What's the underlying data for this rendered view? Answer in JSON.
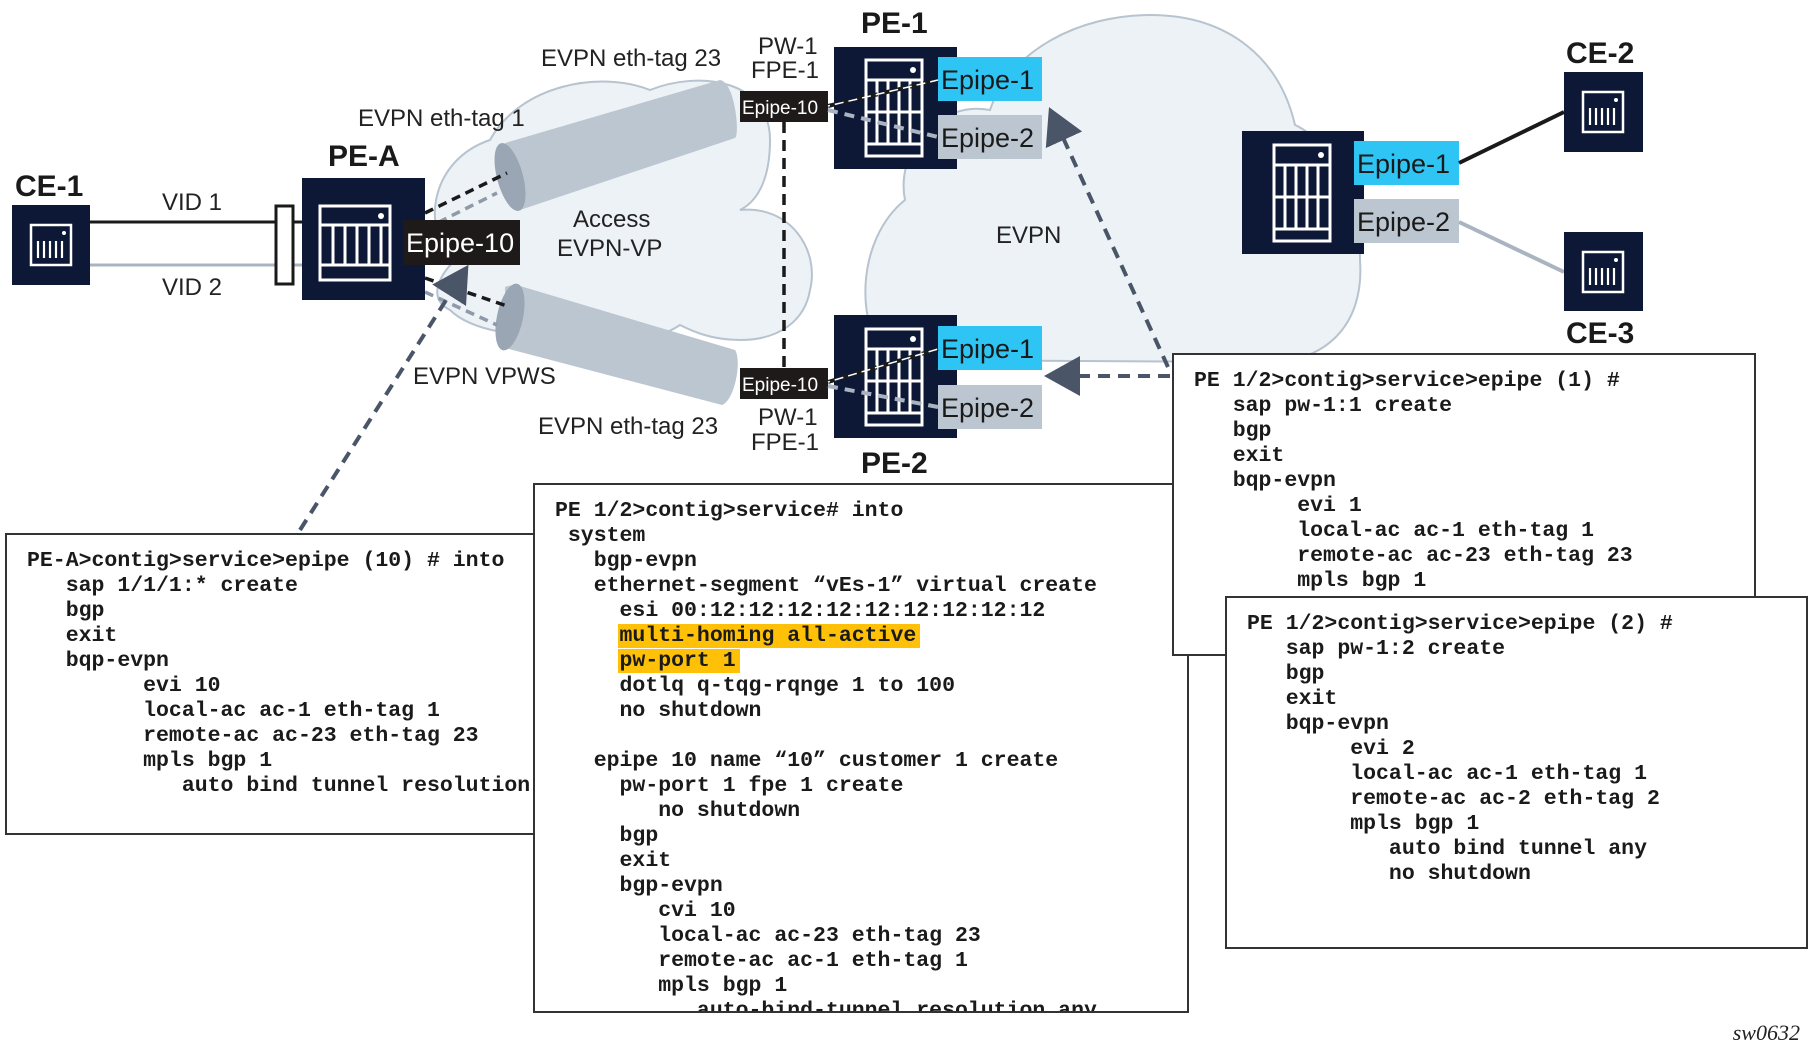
{
  "colors": {
    "node_fill": "#0c1835",
    "epipe1_fill": "#2ec5f5",
    "epipe2_fill": "#bcc6d0",
    "epipe10_fill": "#1f1a1a",
    "cloud_fill": "#edf2f7",
    "cloud_stroke": "#b7c3cf",
    "tube_fill": "#bcc6d0",
    "arrow_color": "#4a5568",
    "highlight": "#ffc107"
  },
  "nodes": {
    "ce1": {
      "label": "CE-1"
    },
    "ce2": {
      "label": "CE-2"
    },
    "ce3": {
      "label": "CE-3"
    },
    "pea": {
      "label": "PE-A",
      "service_tag": "Epipe-10"
    },
    "pe1": {
      "label": "PE-1",
      "service_tag": "Epipe-10",
      "epipes": [
        "Epipe-1",
        "Epipe-2"
      ],
      "pw_label": [
        "PW-1",
        "FPE-1"
      ]
    },
    "pe2": {
      "label": "PE-2",
      "service_tag": "Epipe-10",
      "epipes": [
        "Epipe-1",
        "Epipe-2"
      ],
      "pw_label": [
        "PW-1",
        "FPE-1"
      ]
    },
    "remote_pe": {
      "label": "",
      "epipes": [
        "Epipe-1",
        "Epipe-2"
      ]
    }
  },
  "links": {
    "vid1": "VID 1",
    "vid2": "VID 2",
    "eth_tag_1": "EVPN eth-tag 1",
    "eth_tag_23_top": "EVPN eth-tag 23",
    "eth_tag_23_bottom": "EVPN eth-tag 23",
    "evpn_vpws": "EVPN VPWS"
  },
  "clouds": {
    "access": [
      "Access",
      "EVPN-VP"
    ],
    "core": "EVPN"
  },
  "code_blocks": {
    "pea": [
      "PE-A>contig>service>epipe (10) # into",
      "   sap 1/1/1:* create",
      "   bgp",
      "   exit",
      "   bqp-evpn",
      "         evi 10",
      "         local-ac ac-1 eth-tag 1",
      "         remote-ac ac-23 eth-tag 23",
      "         mpls bgp 1",
      "            auto bind tunnel resolution any"
    ],
    "mid": [
      {
        "text": "PE 1/2>contig>service# into",
        "highlight": false
      },
      {
        "text": " system",
        "highlight": false
      },
      {
        "text": "   bgp-evpn",
        "highlight": false
      },
      {
        "text": "   ethernet-segment “vEs-1” virtual create",
        "highlight": false
      },
      {
        "text": "     esi 00:12:12:12:12:12:12:12:12:12",
        "highlight": false
      },
      {
        "text": "multi-homing all-active",
        "highlight": true
      },
      {
        "text": "pw-port 1",
        "highlight": true
      },
      {
        "text": "     dotlq q-tqg-rqnge 1 to 100",
        "highlight": false
      },
      {
        "text": "     no shutdown",
        "highlight": false
      },
      {
        "text": "",
        "highlight": false
      },
      {
        "text": "   epipe 10 name “10” customer 1 create",
        "highlight": false
      },
      {
        "text": "     pw-port 1 fpe 1 create",
        "highlight": false
      },
      {
        "text": "        no shutdown",
        "highlight": false
      },
      {
        "text": "     bgp",
        "highlight": false
      },
      {
        "text": "     exit",
        "highlight": false
      },
      {
        "text": "     bgp-evpn",
        "highlight": false
      },
      {
        "text": "        cvi 10",
        "highlight": false
      },
      {
        "text": "        local-ac ac-23 eth-tag 23",
        "highlight": false
      },
      {
        "text": "        remote-ac ac-1 eth-tag 1",
        "highlight": false
      },
      {
        "text": "        mpls bgp 1",
        "highlight": false
      },
      {
        "text": "           auto-bind-tunnel resolution any",
        "highlight": false
      }
    ],
    "epipe1": [
      "PE 1/2>contig>service>epipe (1) #",
      "   sap pw-1:1 create",
      "   bgp",
      "   exit",
      "   bqp-evpn",
      "        evi 1",
      "        local-ac ac-1 eth-tag 1",
      "        remote-ac ac-23 eth-tag 23",
      "        mpls bgp 1"
    ],
    "epipe2": [
      "PE 1/2>contig>service>epipe (2) #",
      "   sap pw-1:2 create",
      "   bgp",
      "   exit",
      "   bqp-evpn",
      "        evi 2",
      "        local-ac ac-1 eth-tag 1",
      "        remote-ac ac-2 eth-tag 2",
      "        mpls bgp 1",
      "           auto bind tunnel any",
      "           no shutdown"
    ]
  },
  "figure_id": "sw0632"
}
